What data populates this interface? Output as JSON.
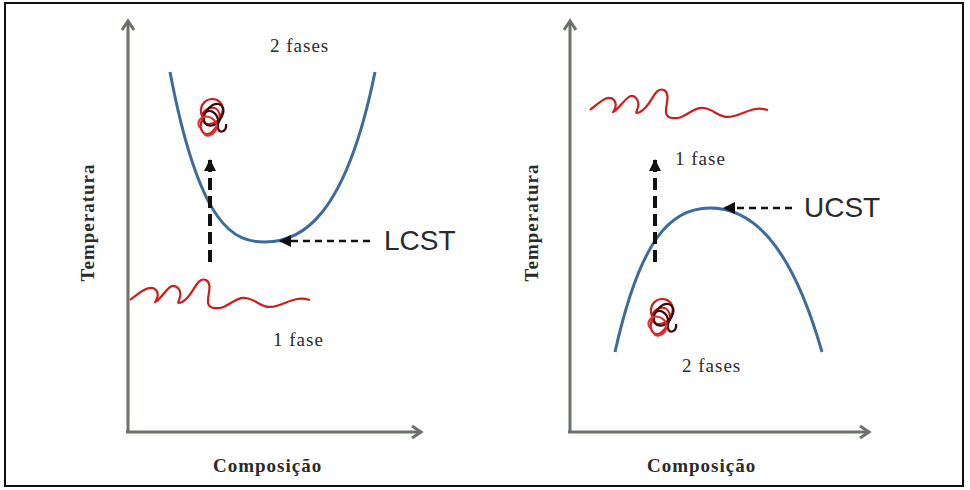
{
  "diagram": {
    "labels": [
      "2 fases",
      "LCST",
      "1 fase",
      "Temperatura",
      "Composição",
      "1 fase",
      "UCST",
      "2 fases",
      "Temperatura",
      "Composição"
    ]
  }
}
